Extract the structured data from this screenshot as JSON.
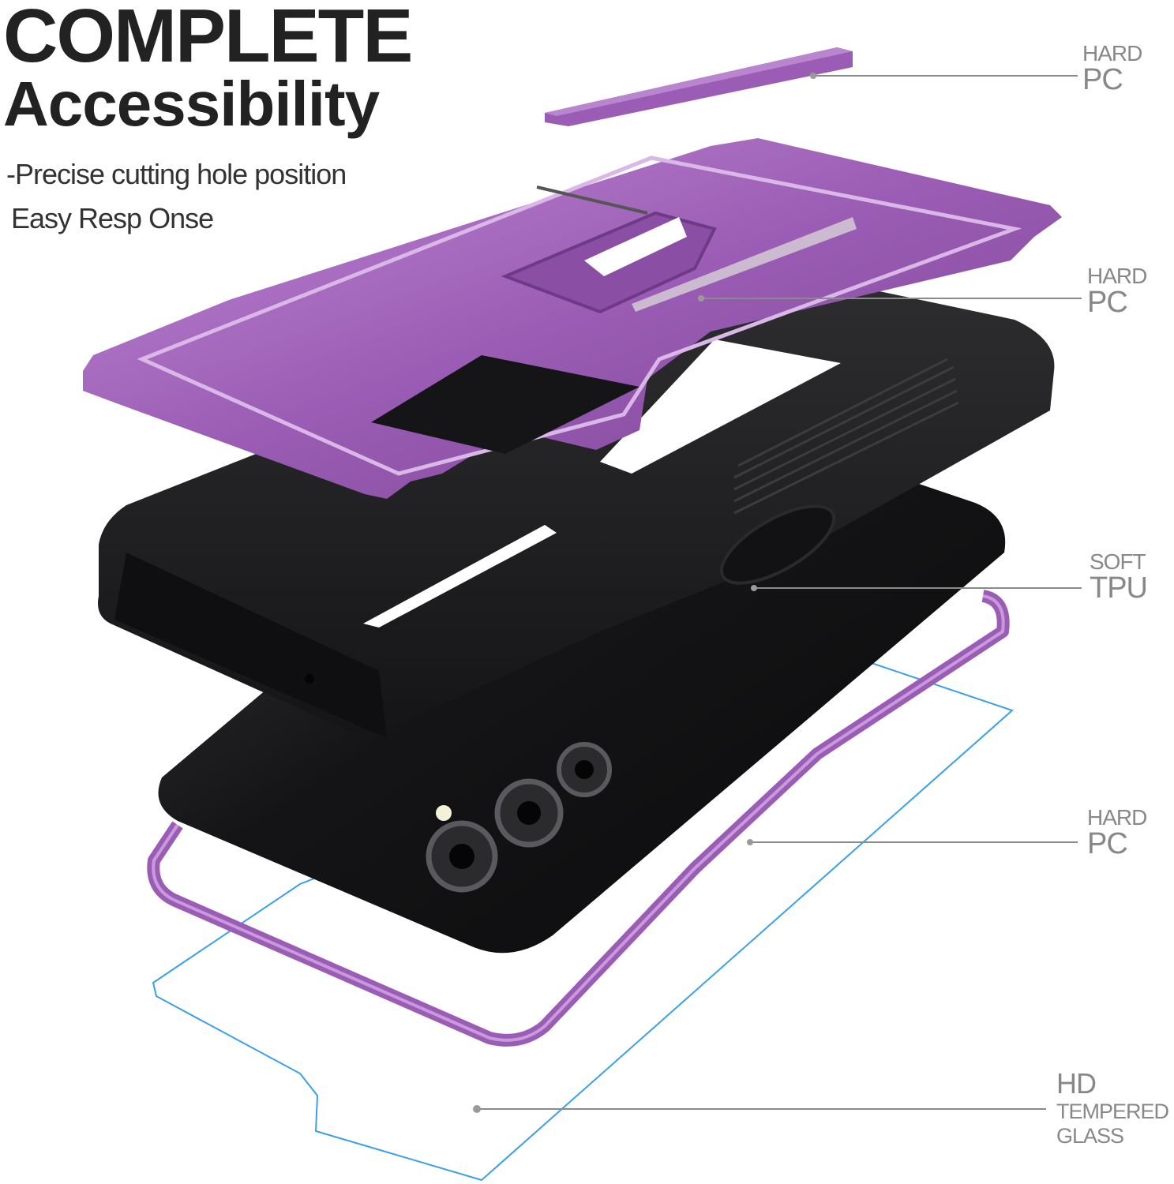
{
  "headline": {
    "line1": "COMPLETE",
    "line2": "Accessibility"
  },
  "subtitle": {
    "line1": "-Precise cutting hole position",
    "line2": "Easy Resp Onse"
  },
  "callouts": [
    {
      "top": "HARD",
      "bottom": "PC"
    },
    {
      "top": "HARD",
      "bottom": "PC"
    },
    {
      "top": "SOFT",
      "bottom": "TPU"
    },
    {
      "top": "HARD",
      "bottom": "PC"
    },
    {
      "top": "HD",
      "bottom": "TEMPERED",
      "third": "GLASS"
    }
  ],
  "colors": {
    "purple": "#9a5cb4",
    "purple_light": "#b985cf",
    "purple_dark": "#6e3a85",
    "tpu_black": "#1f1f21",
    "phone_black": "#121214",
    "glass_blue": "#3aa0e8",
    "callout_gray": "#8a8a8a",
    "text_dark": "#222222"
  }
}
